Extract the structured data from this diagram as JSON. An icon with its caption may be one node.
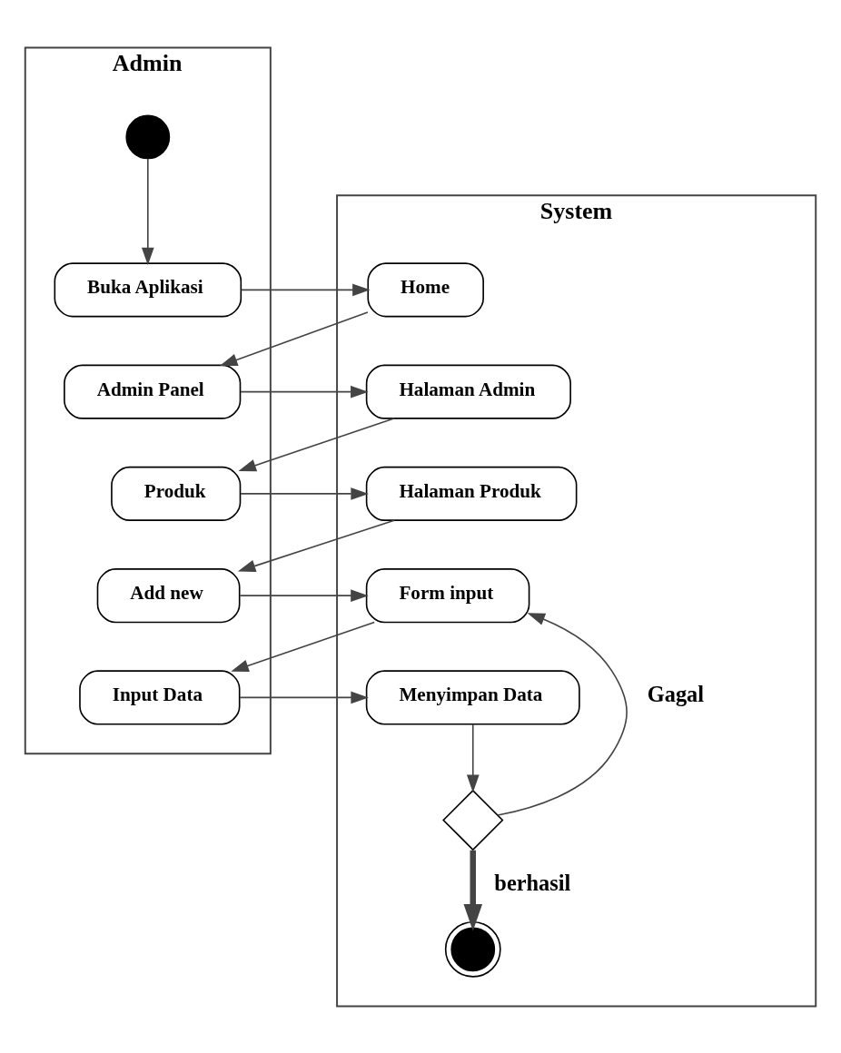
{
  "diagram": {
    "nodes": [
      {
        "text": [
          "Admin"
        ]
      },
      {
        "text": [
          "System"
        ]
      },
      {
        "text": [],
        "shape": "circle",
        "in": 0
      },
      {
        "text": [
          "Buka Aplikasi"
        ],
        "in": 0
      },
      {
        "text": [
          "Home"
        ],
        "in": 1
      },
      {
        "text": [
          "Admin Panel"
        ],
        "in": 0
      },
      {
        "text": [
          "Halaman Admin"
        ],
        "in": 1
      },
      {
        "text": [
          "Produk"
        ],
        "in": 0
      },
      {
        "text": [
          "Halaman Produk"
        ],
        "in": 1
      },
      {
        "text": [
          "Add new"
        ],
        "in": 0
      },
      {
        "text": [
          "Form input"
        ],
        "in": 1
      },
      {
        "text": [
          "Input Data"
        ],
        "in": 0
      },
      {
        "text": [
          "Menyimpan Data"
        ],
        "in": 1
      },
      {
        "text": [],
        "shape": "diamond",
        "in": 1
      },
      {
        "text": [],
        "shape": "circle",
        "in": 1
      }
    ],
    "edges": [
      {
        "from": 2,
        "to": 3,
        "arrow": "to"
      },
      {
        "from": 3,
        "to": 4,
        "arrow": "to"
      },
      {
        "from": 4,
        "to": 5,
        "arrow": "to"
      },
      {
        "from": 5,
        "to": 6,
        "arrow": "to"
      },
      {
        "from": 6,
        "to": 7,
        "arrow": "to"
      },
      {
        "from": 7,
        "to": 8,
        "arrow": "to"
      },
      {
        "from": 8,
        "to": 9,
        "arrow": "to"
      },
      {
        "from": 9,
        "to": 10,
        "arrow": "to"
      },
      {
        "from": 10,
        "to": 11,
        "arrow": "to"
      },
      {
        "from": 11,
        "to": 12,
        "arrow": "to"
      },
      {
        "from": 12,
        "to": 13,
        "arrow": "to"
      },
      {
        "from": 13,
        "to": 10,
        "arrow": "to",
        "label": "Gagal"
      },
      {
        "from": 13,
        "to": 14,
        "arrow": "to",
        "label": "berhasil",
        "style": "thick"
      }
    ]
  }
}
